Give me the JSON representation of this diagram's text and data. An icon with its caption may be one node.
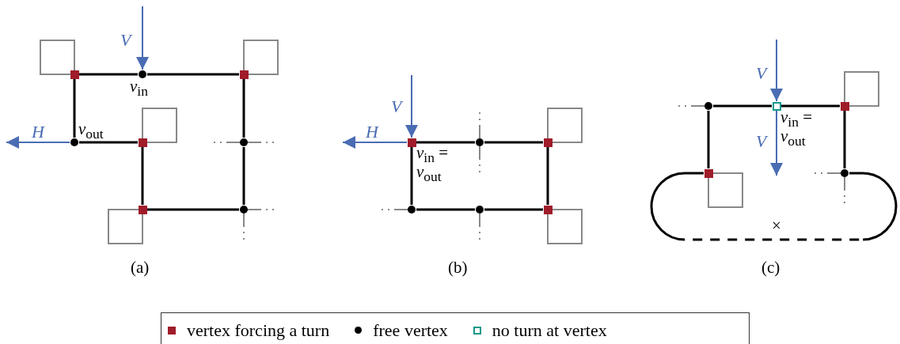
{
  "diagram": {
    "nodes": [
      {
        "text": [],
        "shape": "box"
      },
      {
        "text": [],
        "shape": "circle",
        "beside": [
          "*v*$_{in}$"
        ]
      },
      {
        "text": [],
        "shape": "box"
      },
      {
        "text": [],
        "shape": "circle",
        "beside": [
          "*v*$_{out}$"
        ]
      },
      {
        "text": [],
        "shape": "box"
      },
      {
        "text": [],
        "shape": "circle"
      },
      {
        "text": [],
        "shape": "box"
      },
      {
        "text": [],
        "shape": "circle"
      },
      {
        "text": [],
        "shape": "box",
        "beside": [
          "*v*$_{in}$ = *v*$_{out}$"
        ]
      },
      {
        "text": [],
        "shape": "circle"
      },
      {
        "text": [],
        "shape": "box"
      },
      {
        "text": [],
        "shape": "circle"
      },
      {
        "text": [],
        "shape": "circle"
      },
      {
        "text": [],
        "shape": "box"
      },
      {
        "text": [],
        "shape": "circle"
      },
      {
        "text": [],
        "shape": "box",
        "beside": [
          "*v*$_{in}$ = *v*$_{out}$"
        ]
      },
      {
        "text": [],
        "shape": "box"
      },
      {
        "text": [],
        "shape": "box"
      },
      {
        "text": [],
        "shape": "circle"
      }
    ],
    "edges": [
      {
        "from": 0,
        "to": 1,
        "arrow": "none"
      },
      {
        "from": 1,
        "to": 2,
        "arrow": "none"
      },
      {
        "from": 0,
        "to": 3,
        "arrow": "none"
      },
      {
        "from": 3,
        "to": 4,
        "arrow": "none"
      },
      {
        "from": 4,
        "to": 6,
        "arrow": "none"
      },
      {
        "from": 6,
        "to": 7,
        "arrow": "none"
      },
      {
        "from": 2,
        "to": 5,
        "arrow": "none"
      },
      {
        "from": 5,
        "to": 7,
        "arrow": "none"
      },
      {
        "from": null,
        "to": 1,
        "arrow": "to",
        "label": "V",
        "color": "#4a6cb3"
      },
      {
        "from": 3,
        "to": null,
        "arrow": "to",
        "label": "H",
        "color": "#4a6cb3"
      },
      {
        "from": 8,
        "to": 9,
        "arrow": "none"
      },
      {
        "from": 9,
        "to": 10,
        "arrow": "none"
      },
      {
        "from": 10,
        "to": 13,
        "arrow": "none"
      },
      {
        "from": 8,
        "to": 11,
        "arrow": "none"
      },
      {
        "from": 11,
        "to": 12,
        "arrow": "none"
      },
      {
        "from": 12,
        "to": 13,
        "arrow": "none"
      },
      {
        "from": null,
        "to": 8,
        "arrow": "to",
        "label": "V",
        "color": "#4a6cb3"
      },
      {
        "from": 8,
        "to": null,
        "arrow": "to",
        "label": "H",
        "color": "#4a6cb3"
      },
      {
        "from": 14,
        "to": 15,
        "arrow": "none"
      },
      {
        "from": 15,
        "to": 16,
        "arrow": "none"
      },
      {
        "from": 14,
        "to": 17,
        "arrow": "none"
      },
      {
        "from": 16,
        "to": 18,
        "arrow": "none"
      },
      {
        "from": 17,
        "to": 18,
        "arrow": "none",
        "style": "dashed"
      },
      {
        "from": null,
        "to": 15,
        "arrow": "to",
        "label": "V",
        "color": "#4a6cb3"
      },
      {
        "from": 15,
        "to": null,
        "arrow": "to",
        "label": "V",
        "color": "#4a6cb3"
      }
    ],
    "labels": [
      "(a)",
      "(b)",
      "×",
      "(c)"
    ],
    "legend": [
      {
        "text": "vertex forcing a turn",
        "color": "#a01c2a"
      },
      {
        "text": "free vertex",
        "color": "#000000"
      },
      {
        "text": "no turn at vertex",
        "color": "#14998a"
      }
    ]
  }
}
